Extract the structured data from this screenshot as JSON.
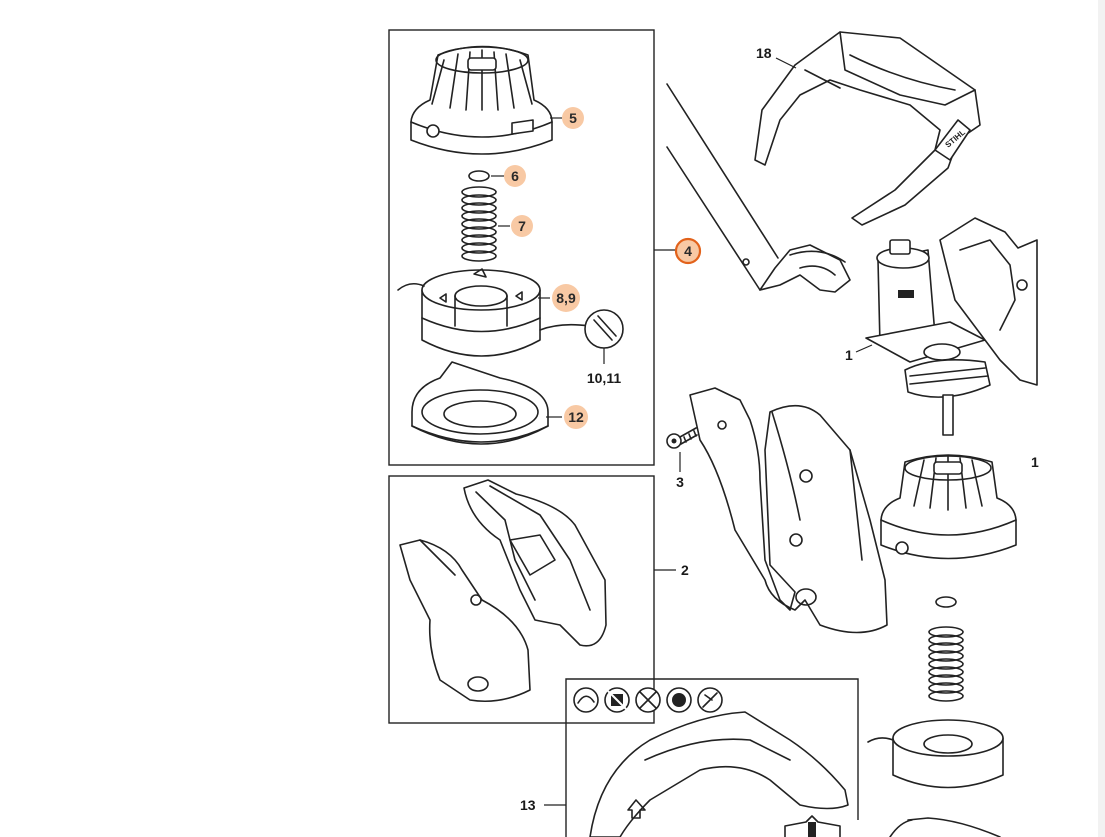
{
  "diagram": {
    "highlight_colors": {
      "badge_fill": "#f8c9a4",
      "selected_ring": "#e2621b"
    },
    "callouts": {
      "c5": "5",
      "c6": "6",
      "c7": "7",
      "c8_9": "8,9",
      "c10_11": "10,11",
      "c12": "12",
      "c4": "4",
      "c18": "18",
      "c1": "1",
      "c3": "3",
      "c2": "2",
      "c13": "13",
      "c1_partial": "1"
    },
    "glasses_brand": "STIHL"
  }
}
